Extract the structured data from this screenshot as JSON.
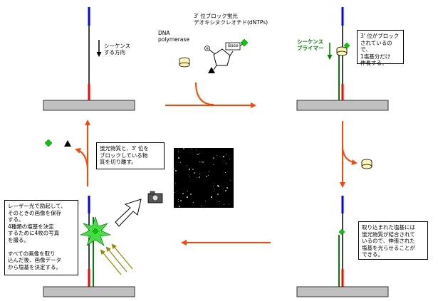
{
  "labels": {
    "sequencing_direction": "シーケンス\nする方向",
    "dna_polymerase": "DNA\npolymerase",
    "dntp_title": "3' 位ブロック蛍光\nデオキシヌクレオチド(dNTPs)",
    "base": "Base",
    "sequencing_primer": "シーケンス\nプライマー"
  },
  "notes": {
    "extension": "3' 位がブロック\nされているので、\n1塩基分だけ\n伸長する。",
    "cleave": "蛍光物質と、3' 位を\nブロックしている物\n質を切り離す。",
    "laser": "レーザー光で励起して、\nそのときの画像を保存\nする。\n4種類の塩基を決定\nするために4枚の写真\nを撮る。\n\nすべての画像を取り\n込んだ後、画像データ\nから塩基を決定する。",
    "incorporated": "取り込まれた塩基には\n蛍光物質が結合されて\nいるので、伸張された\n塩基を光らせることが\nできる。"
  },
  "colors": {
    "arrow": "#ff4500",
    "strand_top": "#0000ff",
    "strand_bottom": "#ff0000",
    "primer": "#008000",
    "fluor": "#00cc00",
    "laser_ray": "#8b8b00"
  },
  "icons": [
    "camera-icon",
    "polymerase-icon",
    "nucleotide-icon",
    "fluorophore-icon",
    "blocker-icon"
  ]
}
